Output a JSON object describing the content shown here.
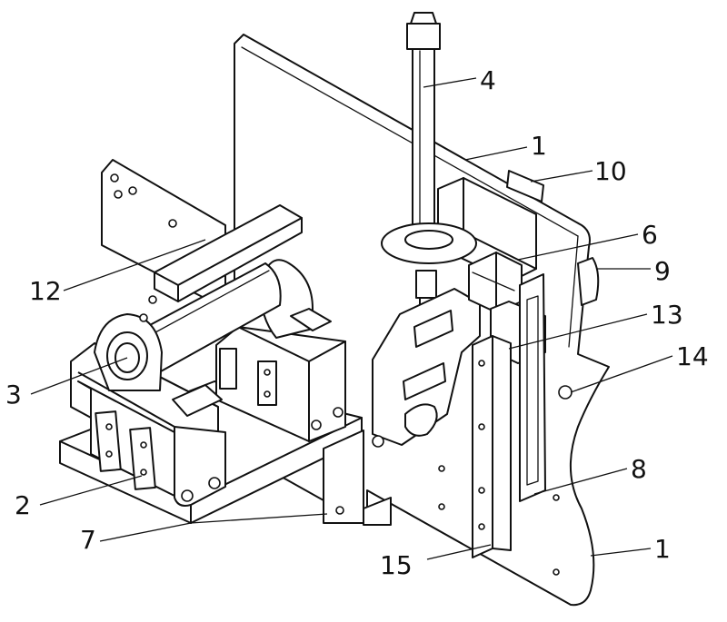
{
  "labels": {
    "l1_top": "1",
    "l1_bottom": "1",
    "l2": "2",
    "l3": "3",
    "l4": "4",
    "l6": "6",
    "l7": "7",
    "l8": "8",
    "l9": "9",
    "l10": "10",
    "l12": "12",
    "l13": "13",
    "l14": "14",
    "l15": "15"
  }
}
